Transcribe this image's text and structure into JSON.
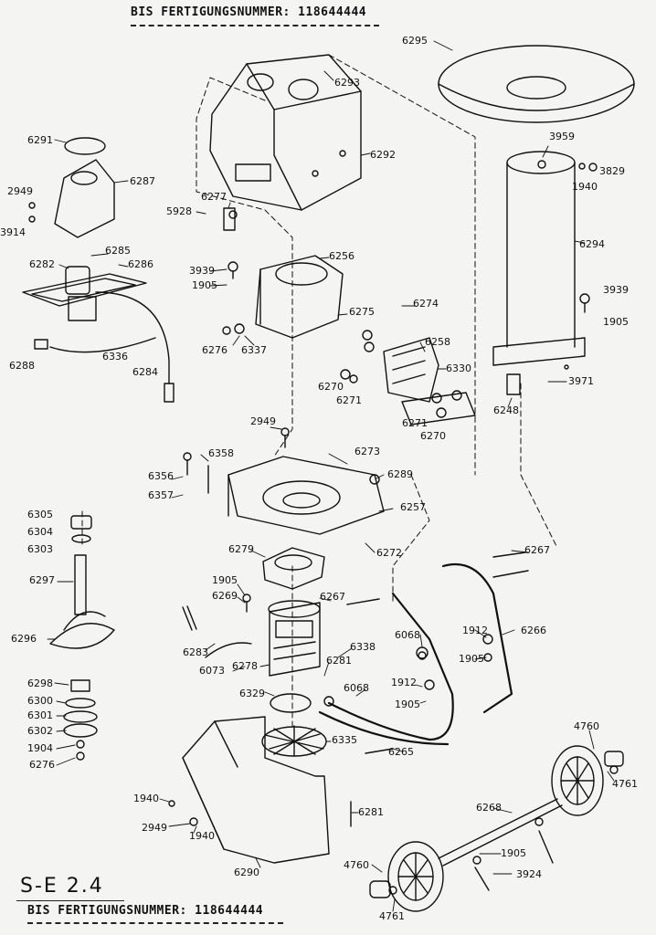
{
  "header": {
    "top_text": "BIS FERTIGUNGSNUMMER: 118644444",
    "bottom_text": "BIS FERTIGUNGSNUMMER:   118644444",
    "page_code": "S-E 2.4"
  },
  "parts": [
    {
      "id": "p6295",
      "label": "6295"
    },
    {
      "id": "p6293",
      "label": "6293"
    },
    {
      "id": "p6292",
      "label": "6292"
    },
    {
      "id": "p6291",
      "label": "6291"
    },
    {
      "id": "p6287",
      "label": "6287"
    },
    {
      "id": "p2949a",
      "label": "2949"
    },
    {
      "id": "p3914",
      "label": "3914"
    },
    {
      "id": "p6277",
      "label": "6277"
    },
    {
      "id": "p5928",
      "label": "5928"
    },
    {
      "id": "p6285",
      "label": "6285"
    },
    {
      "id": "p6282",
      "label": "6282"
    },
    {
      "id": "p6286",
      "label": "6286"
    },
    {
      "id": "p3959",
      "label": "3959"
    },
    {
      "id": "p3829",
      "label": "3829"
    },
    {
      "id": "p1940a",
      "label": "1940"
    },
    {
      "id": "p6294",
      "label": "6294"
    },
    {
      "id": "p3939a",
      "label": "3939"
    },
    {
      "id": "p1905a",
      "label": "1905"
    },
    {
      "id": "p6256",
      "label": "6256"
    },
    {
      "id": "p3939b",
      "label": "3939"
    },
    {
      "id": "p1905b",
      "label": "1905"
    },
    {
      "id": "p6275",
      "label": "6275"
    },
    {
      "id": "p6274",
      "label": "6274"
    },
    {
      "id": "p6276a",
      "label": "6276"
    },
    {
      "id": "p6337",
      "label": "6337"
    },
    {
      "id": "p6288",
      "label": "6288"
    },
    {
      "id": "p6336",
      "label": "6336"
    },
    {
      "id": "p6284",
      "label": "6284"
    },
    {
      "id": "p6258",
      "label": "6258"
    },
    {
      "id": "p6330",
      "label": "6330"
    },
    {
      "id": "p6270a",
      "label": "6270"
    },
    {
      "id": "p6271a",
      "label": "6271"
    },
    {
      "id": "p3971",
      "label": "3971"
    },
    {
      "id": "p6248",
      "label": "6248"
    },
    {
      "id": "p6271b",
      "label": "6271"
    },
    {
      "id": "p6270b",
      "label": "6270"
    },
    {
      "id": "p2949b",
      "label": "2949"
    },
    {
      "id": "p6273",
      "label": "6273"
    },
    {
      "id": "p6358",
      "label": "6358"
    },
    {
      "id": "p6356",
      "label": "6356"
    },
    {
      "id": "p6289",
      "label": "6289"
    },
    {
      "id": "p6357",
      "label": "6357"
    },
    {
      "id": "p6257",
      "label": "6257"
    },
    {
      "id": "p6305",
      "label": "6305"
    },
    {
      "id": "p6304",
      "label": "6304"
    },
    {
      "id": "p6303",
      "label": "6303"
    },
    {
      "id": "p6272",
      "label": "6272"
    },
    {
      "id": "p6279",
      "label": "6279"
    },
    {
      "id": "p6267a",
      "label": "6267"
    },
    {
      "id": "p6297",
      "label": "6297"
    },
    {
      "id": "p1905c",
      "label": "1905"
    },
    {
      "id": "p6269",
      "label": "6269"
    },
    {
      "id": "p6267b",
      "label": "6267"
    },
    {
      "id": "p6068a",
      "label": "6068"
    },
    {
      "id": "p1912a",
      "label": "1912"
    },
    {
      "id": "p6266",
      "label": "6266"
    },
    {
      "id": "p6296",
      "label": "6296"
    },
    {
      "id": "p1905d",
      "label": "1905"
    },
    {
      "id": "p6283",
      "label": "6283"
    },
    {
      "id": "p6338",
      "label": "6338"
    },
    {
      "id": "p6281a",
      "label": "6281"
    },
    {
      "id": "p6073",
      "label": "6073"
    },
    {
      "id": "p6278",
      "label": "6278"
    },
    {
      "id": "p6068b",
      "label": "6068"
    },
    {
      "id": "p6298",
      "label": "6298"
    },
    {
      "id": "p1912b",
      "label": "1912"
    },
    {
      "id": "p6329",
      "label": "6329"
    },
    {
      "id": "p6300",
      "label": "6300"
    },
    {
      "id": "p1905e",
      "label": "1905"
    },
    {
      "id": "p6301",
      "label": "6301"
    },
    {
      "id": "p6302",
      "label": "6302"
    },
    {
      "id": "p6335",
      "label": "6335"
    },
    {
      "id": "p4760a",
      "label": "4760"
    },
    {
      "id": "p1904",
      "label": "1904"
    },
    {
      "id": "p6265",
      "label": "6265"
    },
    {
      "id": "p6276b",
      "label": "6276"
    },
    {
      "id": "p4761a",
      "label": "4761"
    },
    {
      "id": "p1940b",
      "label": "1940"
    },
    {
      "id": "p6268",
      "label": "6268"
    },
    {
      "id": "p6281b",
      "label": "6281"
    },
    {
      "id": "p2949c",
      "label": "2949"
    },
    {
      "id": "p1940c",
      "label": "1940"
    },
    {
      "id": "p1905f",
      "label": "1905"
    },
    {
      "id": "p6290",
      "label": "6290"
    },
    {
      "id": "p4760b",
      "label": "4760"
    },
    {
      "id": "p3924",
      "label": "3924"
    },
    {
      "id": "p4761b",
      "label": "4761"
    }
  ]
}
